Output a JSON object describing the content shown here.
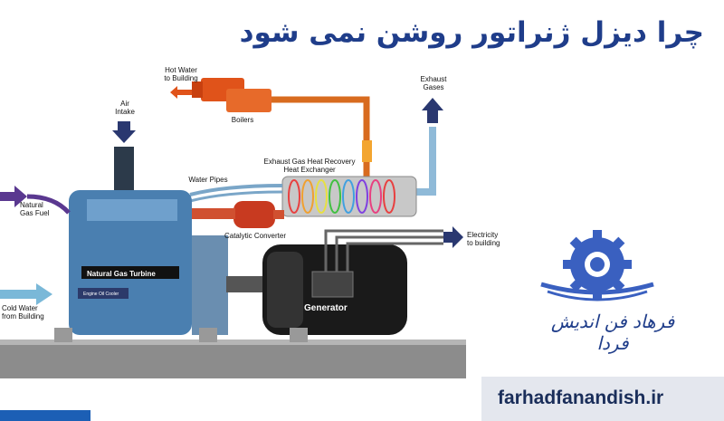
{
  "title": "چرا دیزل ژنراتور روشن نمی شود",
  "labels": {
    "hot_water": "Hot Water\nto Building",
    "boilers": "Boilers",
    "air_intake": "Air\nIntake",
    "exhaust_gases": "Exhaust\nGases",
    "heat_exchanger": "Exhaust Gas Heat Recovery\nHeat Exchanger",
    "water_pipes": "Water Pipes",
    "natural_gas_fuel": "Natural\nGas Fuel",
    "catalytic_converter": "Catalytic Converter",
    "electricity": "Electricity\nto building",
    "natural_gas_turbine": "Natural Gas Turbine",
    "engine_oil_cooler": "Engine Oil Cooler",
    "cold_water": "Cold Water\nfrom Building",
    "generator": "Generator"
  },
  "logo": {
    "text": "فرهاد فن اندیش فردا",
    "icon": "gear-wrench-icon"
  },
  "footer": {
    "site": "farhadfanandish.ir"
  },
  "colors": {
    "title": "#1f3d8a",
    "boiler": "#e0531a",
    "engine": "#4a7fb0",
    "arrow": "#2a3870",
    "ground": "#8c8c8c"
  }
}
